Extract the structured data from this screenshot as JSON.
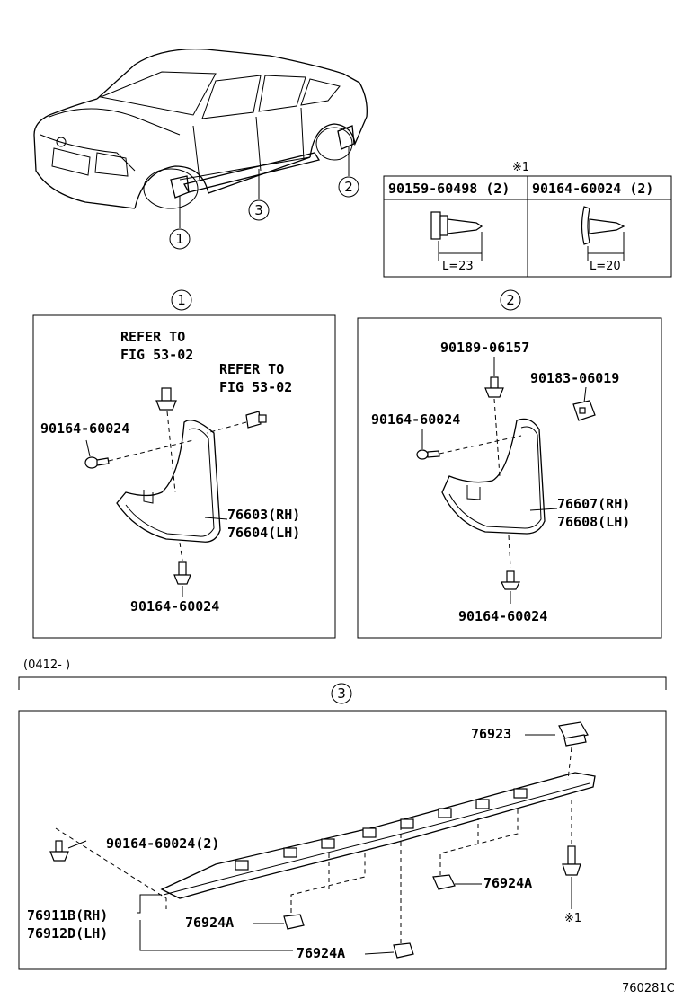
{
  "keys": {
    "k1": "1",
    "k2": "2",
    "k3": "3"
  },
  "note_mark": "※1",
  "fastener_table": {
    "col1": {
      "part": "90159-60498 (2)",
      "length": "L=23"
    },
    "col2": {
      "part": "90164-60024 (2)",
      "length": "L=20"
    }
  },
  "panel1": {
    "refer_a": [
      "REFER TO",
      "FIG 53-02"
    ],
    "refer_b": [
      "REFER TO",
      "FIG 53-02"
    ],
    "screw_left": "90164-60024",
    "screw_bottom": "90164-60024",
    "flap_rh": "76603(RH)",
    "flap_lh": "76604(LH)"
  },
  "panel2": {
    "screw_top": "90189-06157",
    "clip": "90183-06019",
    "screw_left": "90164-60024",
    "screw_bottom": "90164-60024",
    "flap_rh": "76607(RH)",
    "flap_lh": "76608(LH)"
  },
  "date_range": "(0412-        )",
  "panel3": {
    "clip_top": "76923",
    "screw_left": "90164-60024(2)",
    "nut_right": "76924A",
    "nut_mid": "76924A",
    "nut_bottom": "76924A",
    "sill_rh": "76911B(RH)",
    "sill_lh": "76912D(LH)"
  },
  "figure_code": "760281C"
}
